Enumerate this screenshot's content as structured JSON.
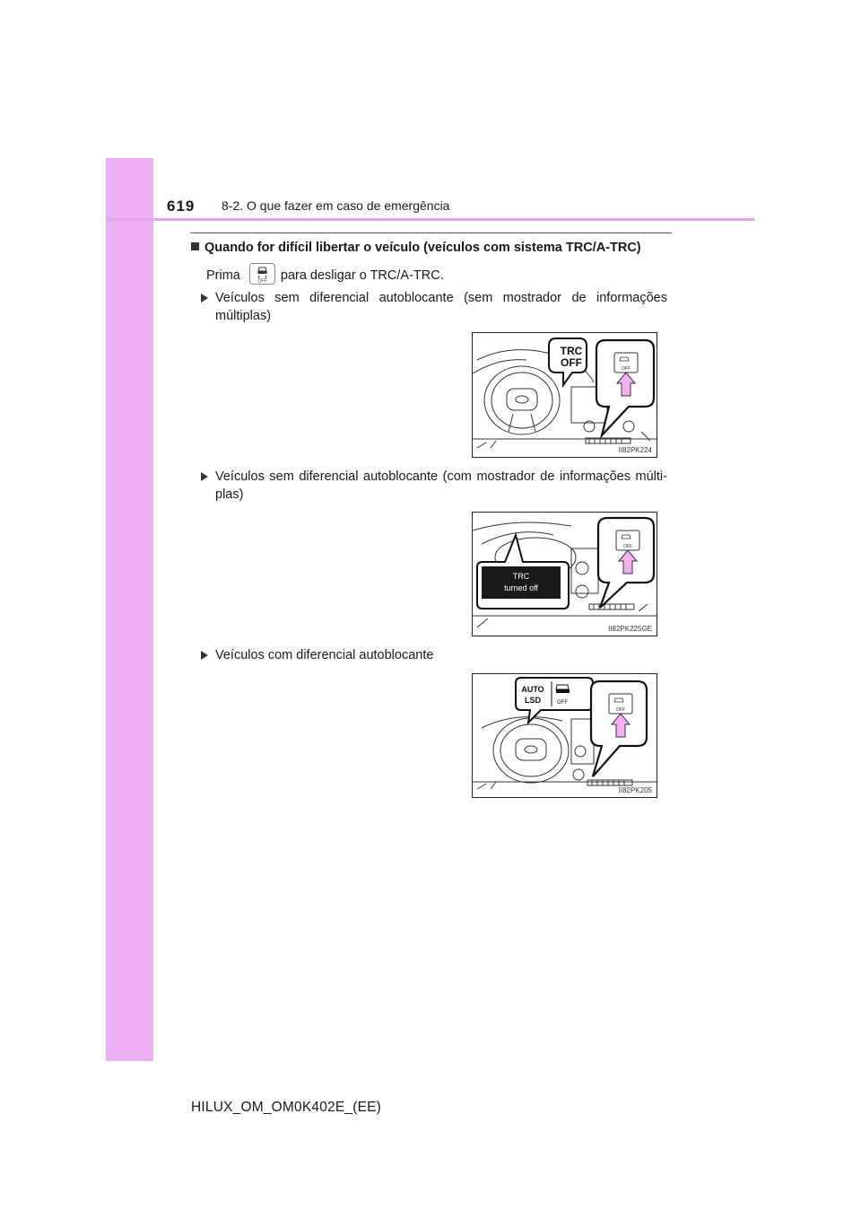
{
  "header": {
    "page_number": "619",
    "section_title": "8-2. O que fazer em caso de emergência"
  },
  "content": {
    "heading": "Quando for difícil libertar o veículo (veículos com sistema TRC/A-TRC)",
    "instruction_before": "Prima",
    "instruction_after": "para desligar o TRC/A-TRC.",
    "bullets": [
      {
        "text": "Veículos sem diferencial autoblocante (sem mostrador de informações múltiplas)"
      },
      {
        "text": "Veículos sem diferencial autoblocante (com mostrador de informações múlti-plas)"
      },
      {
        "text": "Veículos com diferencial autoblocante"
      }
    ]
  },
  "figures": [
    {
      "code": "II82PK224",
      "callout": [
        "TRC",
        "OFF"
      ],
      "button_label": "OFF"
    },
    {
      "code": "II82PK225GE",
      "display": [
        "TRC",
        "turned off"
      ],
      "button_label": "OFF"
    },
    {
      "code": "II82PK205",
      "callout": [
        "AUTO",
        "LSD"
      ],
      "indicator_label": "OFF",
      "button_label": "OFF"
    }
  ],
  "footer": {
    "document_code": "HILUX_OM_OM0K402E_(EE)"
  },
  "colors": {
    "side_tab": "#eeb0f5",
    "header_line": "#e3a2ec",
    "arrow_fill": "#f3b0f0"
  }
}
